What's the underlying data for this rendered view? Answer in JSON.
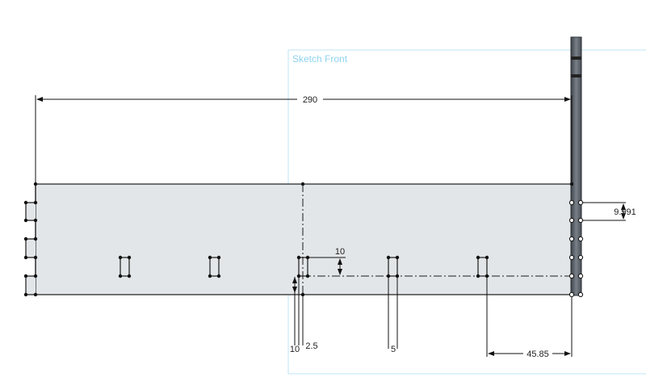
{
  "sketch": {
    "plane_label": "Sketch Front"
  },
  "dimensions": {
    "overall_length": "290",
    "hole_spacing_right": "9.991",
    "centerline_offset": "10",
    "left_offset": "10",
    "slot_width_a": "2.5",
    "slot_width_b": "5",
    "right_offset": "45.85"
  },
  "colors": {
    "part_fill": "#e3e6e9",
    "edge": "#1a1a1a",
    "sketch_plane": "#bfe6f5",
    "side_part": "#5a6068"
  }
}
